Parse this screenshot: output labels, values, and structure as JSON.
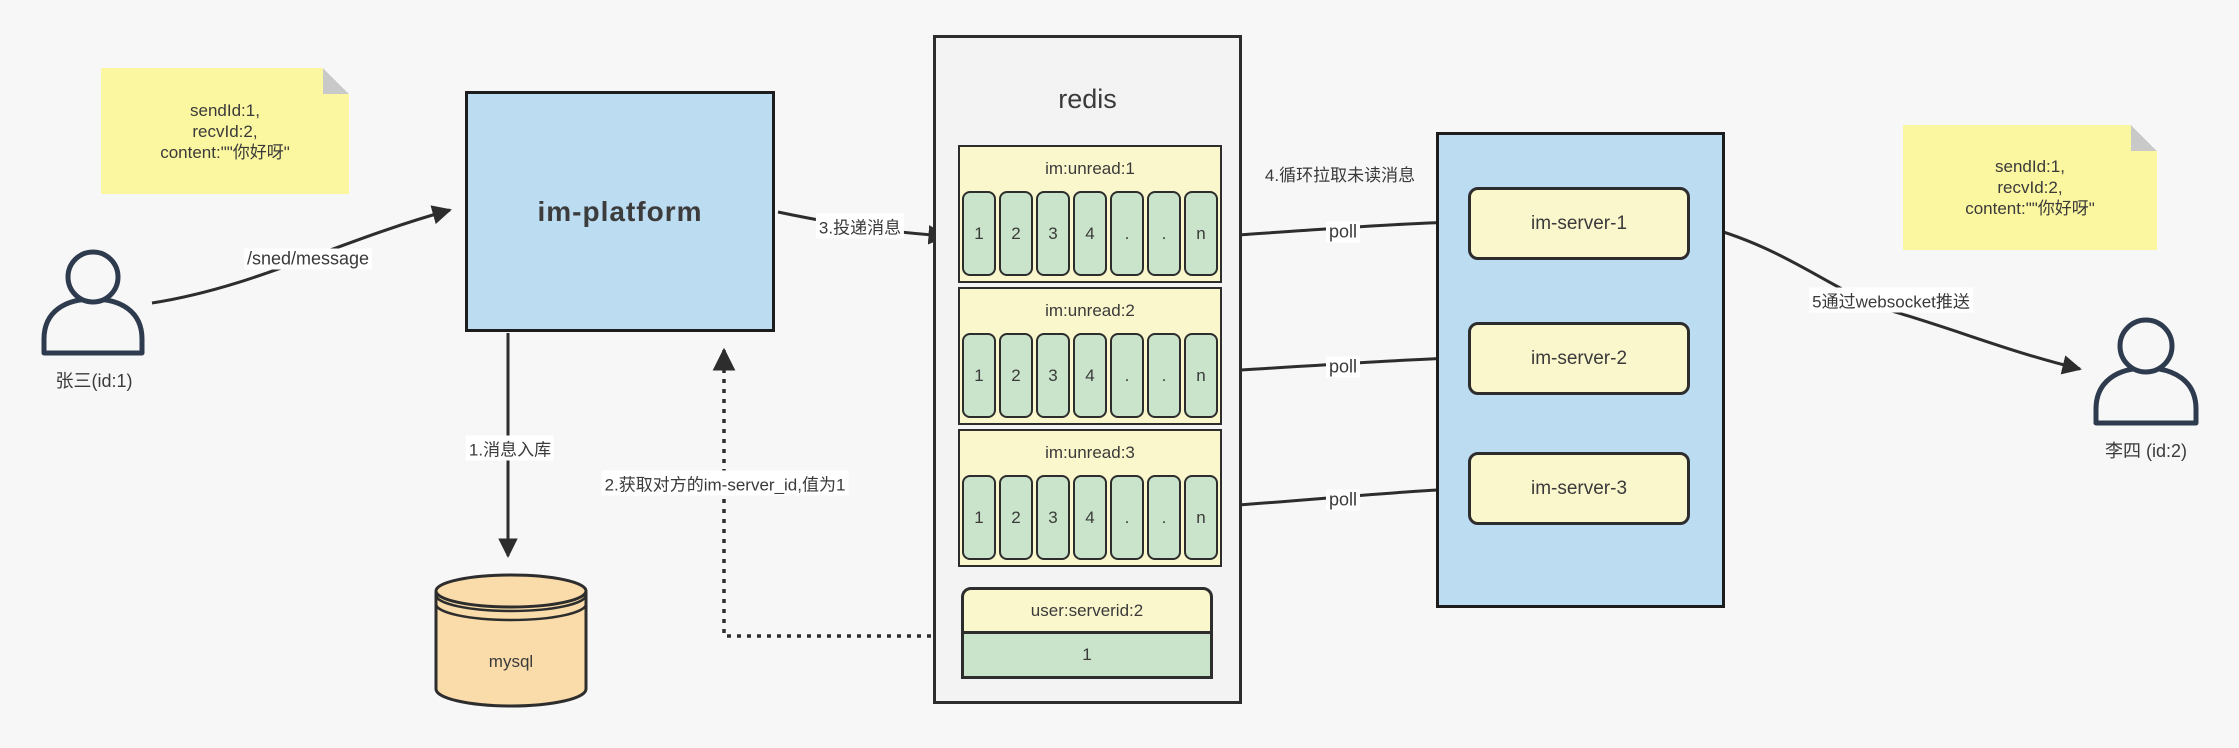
{
  "colors": {
    "bg": "#f7f7f7",
    "note": "#fbf6a0",
    "blue": "#bcdcf2",
    "yellow": "#fbf7cd",
    "green": "#c9e4ca",
    "tan": "#fadcaa",
    "line": "#2d2d2d",
    "text": "#3a3a3a",
    "redisbg": "#f3f3f3",
    "fold": "#c9c9c9",
    "person": "#2e3b4e"
  },
  "notes": {
    "left": {
      "lines": [
        "sendId:1,",
        "recvId:2,",
        "content:\"\"你好呀\""
      ]
    },
    "right": {
      "lines": [
        "sendId:1,",
        "recvId:2,",
        "content:\"\"你好呀\""
      ]
    }
  },
  "actors": {
    "left": {
      "label": "张三(id:1)"
    },
    "right": {
      "label": "李四 (id:2)"
    }
  },
  "platform": {
    "label": "im-platform"
  },
  "mysql": {
    "label": "mysql"
  },
  "redis": {
    "title": "redis",
    "queues": [
      {
        "title": "im:unread:1",
        "cells": [
          "1",
          "2",
          "3",
          "4",
          ".",
          ".",
          "n"
        ]
      },
      {
        "title": "im:unread:2",
        "cells": [
          "1",
          "2",
          "3",
          "4",
          ".",
          ".",
          "n"
        ]
      },
      {
        "title": "im:unread:3",
        "cells": [
          "1",
          "2",
          "3",
          "4",
          ".",
          ".",
          "n"
        ]
      }
    ],
    "kv": {
      "key": "user:serverid:2",
      "value": "1"
    }
  },
  "servers": {
    "items": [
      {
        "label": "im-server-1"
      },
      {
        "label": "im-server-2"
      },
      {
        "label": "im-server-3"
      }
    ]
  },
  "edges": {
    "send": "/sned/message",
    "step1": "1.消息入库",
    "step2": "2.获取对方的im-server_id,值为1",
    "step3": "3.投递消息",
    "step4": "4.循环拉取未读消息",
    "poll": "poll",
    "step5": "5通过websocket推送"
  }
}
